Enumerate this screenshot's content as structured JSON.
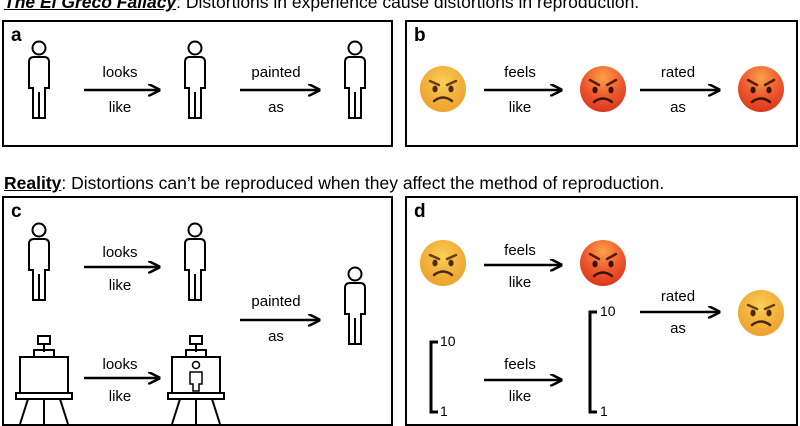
{
  "top_heading": {
    "lead": "The El Greco Fallacy",
    "rest": ": Distortions in experience cause distortions in reproduction."
  },
  "bottom_heading": {
    "lead": "Reality",
    "rest": ": Distortions can’t be reproduced when they affect the method of reproduction."
  },
  "panels": {
    "a": {
      "label": "a",
      "arrow1": [
        "looks",
        "like"
      ],
      "arrow2": [
        "painted",
        "as"
      ]
    },
    "b": {
      "label": "b",
      "arrow1": [
        "feels",
        "like"
      ],
      "arrow2": [
        "rated",
        "as"
      ]
    },
    "c": {
      "label": "c",
      "arrow1": [
        "looks",
        "like"
      ],
      "arrow2": [
        "looks",
        "like"
      ],
      "arrow3": [
        "painted",
        "as"
      ]
    },
    "d": {
      "label": "d",
      "arrow1": [
        "feels",
        "like"
      ],
      "arrow2": [
        "feels",
        "like"
      ],
      "arrow3": [
        "rated",
        "as"
      ],
      "scale_left": {
        "top": "10",
        "bottom": "1"
      },
      "scale_right": {
        "top": "10",
        "bottom": "1"
      }
    }
  }
}
